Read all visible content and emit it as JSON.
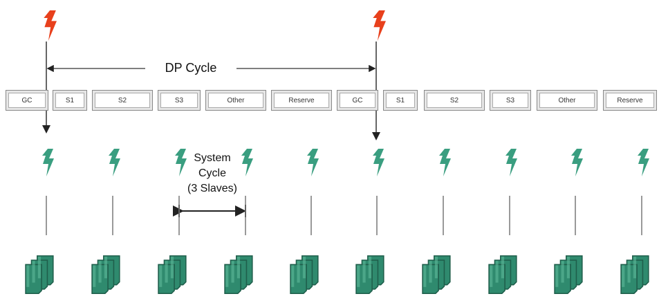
{
  "dp_cycle_label": "DP Cycle",
  "system_cycle_label": [
    "System",
    "Cycle",
    "(3 Slaves)"
  ],
  "cycle_slots": [
    "GC",
    "S1",
    "S2",
    "S3",
    "Other",
    "Reserve",
    "GC",
    "S1",
    "S2",
    "S3",
    "Other",
    "Reserve"
  ],
  "colors": {
    "cycle_trigger": "#e8401c",
    "slave_trigger": "#3a9e80",
    "slave_device": "#2f8a6e",
    "slot_border": "#888888",
    "line": "#555555"
  },
  "icons": {
    "cycle_trigger": "red-lightning-icon",
    "slave_trigger": "green-lightning-icon",
    "device": "slave-device-stack-icon"
  }
}
